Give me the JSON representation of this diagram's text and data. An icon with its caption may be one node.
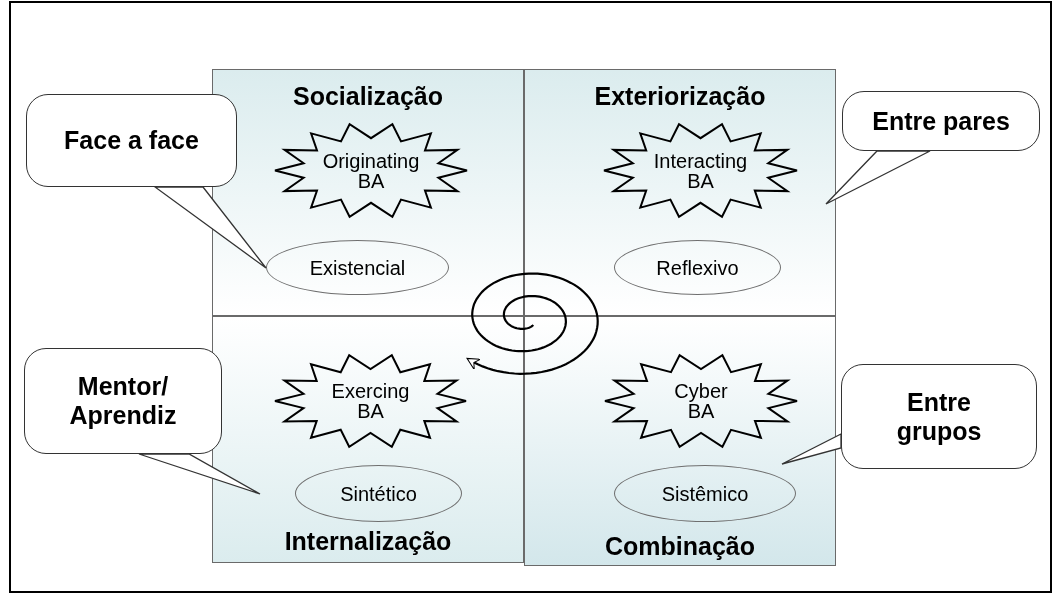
{
  "diagram": {
    "nodes": [
      {
        "text": [
          "Socialização"
        ]
      },
      {
        "text": [
          "Originating BA"
        ],
        "in": 0
      },
      {
        "text": [
          "Existencial"
        ],
        "in": 0
      },
      {
        "text": [
          "Exteriorização"
        ]
      },
      {
        "text": [
          "Interacting BA"
        ],
        "in": 3
      },
      {
        "text": [
          "Reflexivo"
        ],
        "in": 3
      },
      {
        "text": [
          "Internalização"
        ]
      },
      {
        "text": [
          "Exercing BA"
        ],
        "in": 6
      },
      {
        "text": [
          "Sintético"
        ],
        "in": 6
      },
      {
        "text": [
          "Combinação"
        ]
      },
      {
        "text": [
          "Cyber BA"
        ],
        "in": 9
      },
      {
        "text": [
          "Sistêmico"
        ],
        "in": 9
      },
      {
        "text": [
          "Face a face"
        ]
      },
      {
        "text": [
          "Entre pares"
        ]
      },
      {
        "text": [
          "Mentor/ Aprendiz"
        ]
      },
      {
        "text": [
          "Entre grupos"
        ]
      }
    ],
    "edges": [
      {
        "from": 12,
        "to": 2,
        "arrow": "none"
      },
      {
        "from": 13,
        "to": 3,
        "arrow": "none"
      },
      {
        "from": 14,
        "to": 6,
        "arrow": "none"
      },
      {
        "from": 15,
        "to": 9,
        "arrow": "none"
      }
    ]
  }
}
